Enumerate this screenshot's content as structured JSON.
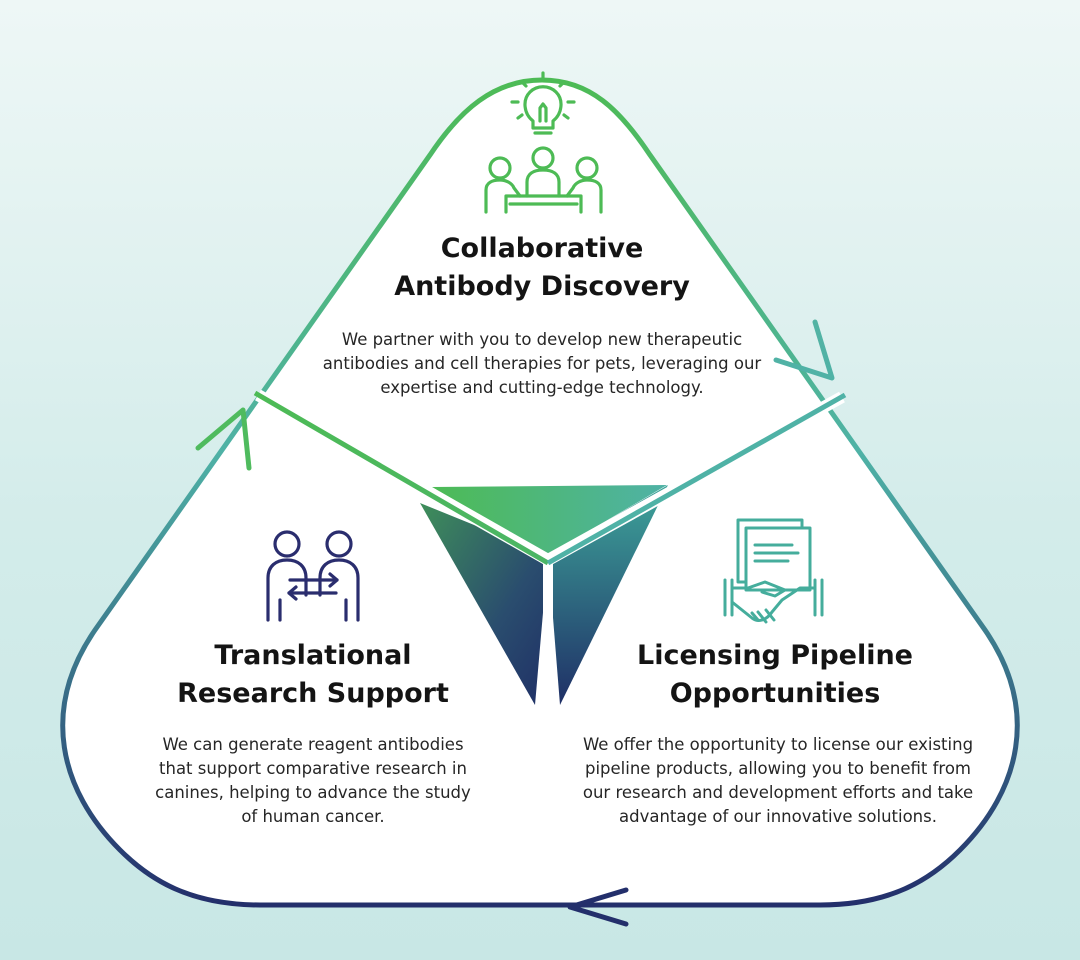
{
  "colors": {
    "green": "#4dbb55",
    "teal": "#4fb2a6",
    "navy": "#232f6b",
    "icon_green": "#4dbb55",
    "icon_navy": "#2a2d6e",
    "icon_teal": "#45ad9c"
  },
  "sections": [
    {
      "id": "collaborative",
      "icon": "lightbulb-team-icon",
      "title_lines": [
        "Collaborative",
        "Antibody Discovery"
      ],
      "body_lines": [
        "We partner with you to develop new therapeutic",
        "antibodies and cell therapies for pets, leveraging our",
        "expertise and cutting-edge technology."
      ]
    },
    {
      "id": "translational",
      "icon": "people-exchange-icon",
      "title_lines": [
        "Translational",
        "Research Support"
      ],
      "body_lines": [
        "We can generate reagent antibodies",
        "that support comparative research in",
        "canines, helping to advance the study",
        "of human cancer."
      ]
    },
    {
      "id": "licensing",
      "icon": "handshake-document-icon",
      "title_lines": [
        "Licensing Pipeline",
        "Opportunities"
      ],
      "body_lines": [
        "We offer the opportunity to license our existing",
        "pipeline products, allowing you to benefit from",
        "our research and development efforts and take",
        "advantage of our innovative solutions."
      ]
    }
  ]
}
